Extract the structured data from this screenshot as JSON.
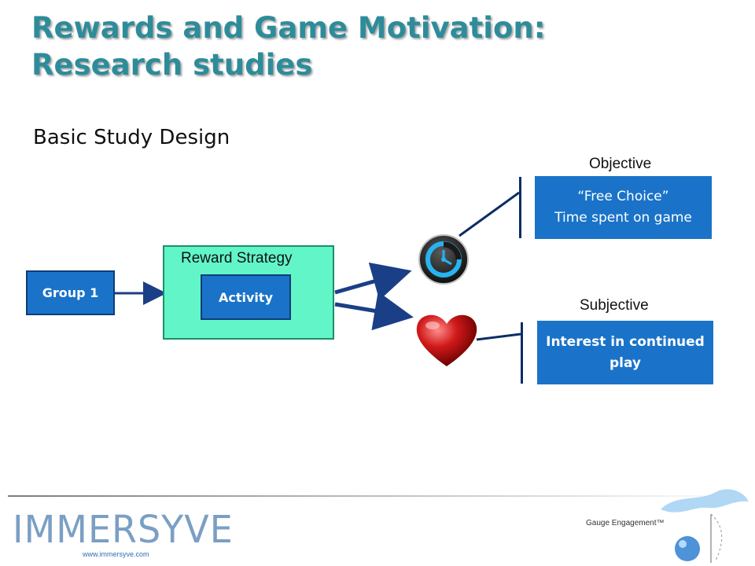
{
  "slide": {
    "title_line1": "Rewards and Game Motivation:",
    "title_line2": "Research studies",
    "subtitle": "Basic Study Design"
  },
  "diagram": {
    "group_label": "Group 1",
    "reward_strategy_label": "Reward Strategy",
    "activity_label": "Activity",
    "objective_label": "Objective",
    "subjective_label": "Subjective",
    "objective_box_line1": "“Free Choice”",
    "objective_box_line2": "Time spent on game",
    "subjective_box_line1": "Interest in continued",
    "subjective_box_line2": "play",
    "icons": [
      "clock-icon",
      "heart-icon"
    ]
  },
  "footer": {
    "logo_text": "IMMERSYVE",
    "url": "www.immersyve.com",
    "gauge_text": "Gauge Engagement™"
  },
  "colors": {
    "title": "#2e8c9a",
    "box_blue": "#1a73c8",
    "reward_panel": "#62f5c8",
    "connector": "#0b2d66"
  }
}
